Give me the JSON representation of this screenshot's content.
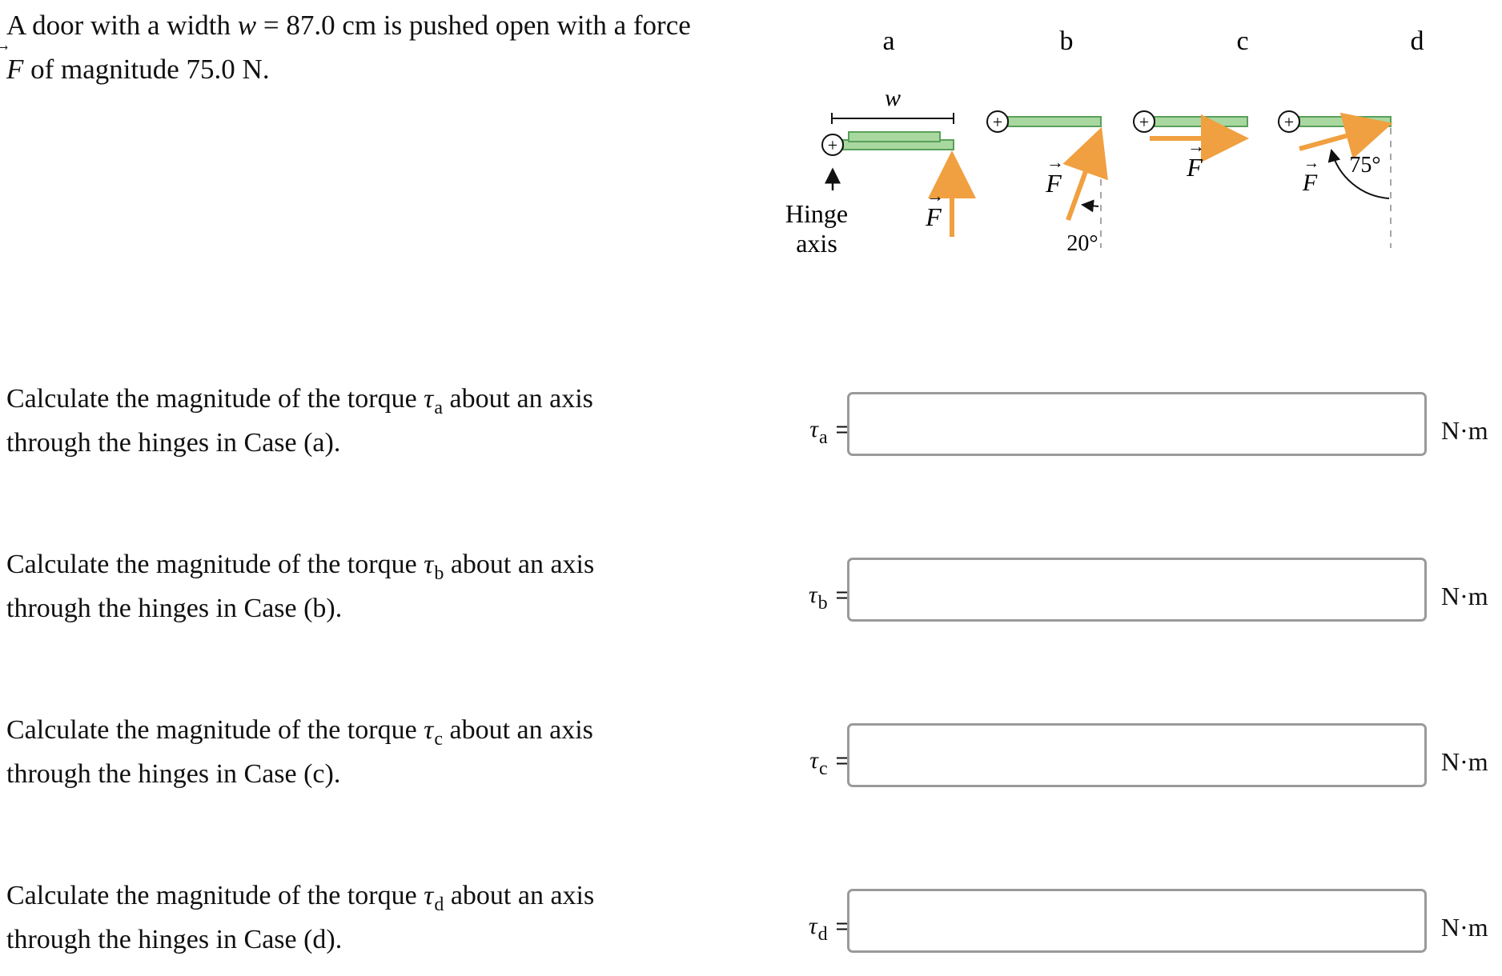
{
  "problem": {
    "line1_prefix": "A door with a width ",
    "var_w": "w",
    "line1_eq": " = 87.0 cm is pushed open with a force",
    "force_symbol": "F",
    "line2_rest": " of magnitude 75.0 N."
  },
  "figure": {
    "case_labels": [
      "a",
      "b",
      "c",
      "d"
    ],
    "width_label": "w",
    "hinge_label_line1": "Hinge",
    "hinge_label_line2": "axis",
    "force_label": "F",
    "plus_sign": "+",
    "angle_b": "20°",
    "angle_d": "75°"
  },
  "questions": [
    {
      "text_before": "Calculate the magnitude of the torque ",
      "tau": "τ",
      "sub": "a",
      "text_after": " about an axis",
      "line2": "through the hinges in Case (a).",
      "label_sub": "a",
      "equals": "=",
      "value": "",
      "unit": "N·m"
    },
    {
      "text_before": "Calculate the magnitude of the torque ",
      "tau": "τ",
      "sub": "b",
      "text_after": " about an axis",
      "line2": "through the hinges in Case (b).",
      "label_sub": "b",
      "equals": "=",
      "value": "",
      "unit": "N·m"
    },
    {
      "text_before": "Calculate the magnitude of the torque ",
      "tau": "τ",
      "sub": "c",
      "text_after": " about an axis",
      "line2": "through the hinges in Case (c).",
      "label_sub": "c",
      "equals": "=",
      "value": "",
      "unit": "N·m"
    },
    {
      "text_before": "Calculate the magnitude of the torque ",
      "tau": "τ",
      "sub": "d",
      "text_after": " about an axis",
      "line2": "through the hinges in Case (d).",
      "label_sub": "d",
      "equals": "=",
      "value": "",
      "unit": "N·m"
    }
  ],
  "colors": {
    "door_fill": "#a8d8a0",
    "door_stroke": "#5aa05a",
    "force_arrow": "#f0a040",
    "input_border": "#9a9a9a"
  }
}
